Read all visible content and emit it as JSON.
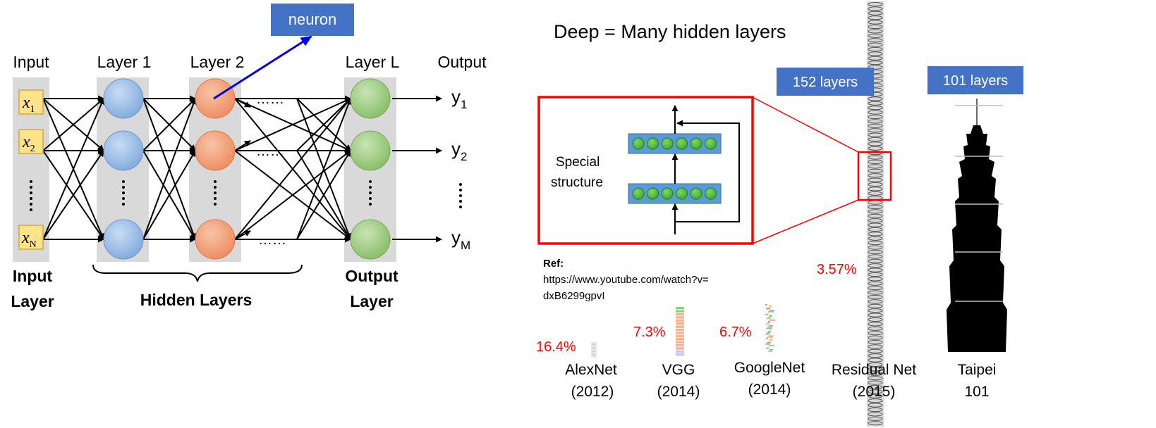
{
  "left_panel": {
    "neuron_label": "neuron",
    "headers": {
      "input": "Input",
      "layer1": "Layer 1",
      "layer2": "Layer 2",
      "layerL": "Layer L",
      "output": "Output"
    },
    "inputs": [
      {
        "base": "x",
        "sub": "1"
      },
      {
        "base": "x",
        "sub": "2"
      },
      {
        "base": "x",
        "sub": "N"
      }
    ],
    "outputs": [
      {
        "base": "y",
        "sub": "1"
      },
      {
        "base": "y",
        "sub": "2"
      },
      {
        "base": "y",
        "sub": "M"
      }
    ],
    "ellipsis": "……",
    "input_layer_label": [
      "Input",
      "Layer"
    ],
    "hidden_layers_label": "Hidden Layers",
    "output_layer_label": [
      "Output",
      "Layer"
    ],
    "colors": {
      "input_box": "#ffe38a",
      "layer1": "#a9c8ec",
      "layer2": "#f4a582",
      "layerL": "#a8d08d",
      "column_bg": "#d9d9d9",
      "arrow": "#0000ee",
      "callout": "#4472c4"
    }
  },
  "right_panel": {
    "title": "Deep = Many hidden layers",
    "resnet_badge": "152 layers",
    "taipei_badge": "101 layers",
    "special_structure": [
      "Special",
      "structure"
    ],
    "ref": [
      "Ref:",
      "https://www.youtube.com/watch?v=",
      "dxB6299gpvI"
    ],
    "networks": [
      {
        "name": "AlexNet",
        "year": "(2012)",
        "error": "16.4%"
      },
      {
        "name": "VGG",
        "year": "(2014)",
        "error": "7.3%"
      },
      {
        "name": "GoogleNet",
        "year": "(2014)",
        "error": "6.7%"
      },
      {
        "name": "Residual Net",
        "year": "(2015)",
        "error": "3.57%"
      }
    ],
    "taipei_label": [
      "Taipei",
      "101"
    ],
    "colors": {
      "badge": "#4472c4",
      "error_text": "#ff0000",
      "zoom_frame": "#ff0000"
    }
  }
}
